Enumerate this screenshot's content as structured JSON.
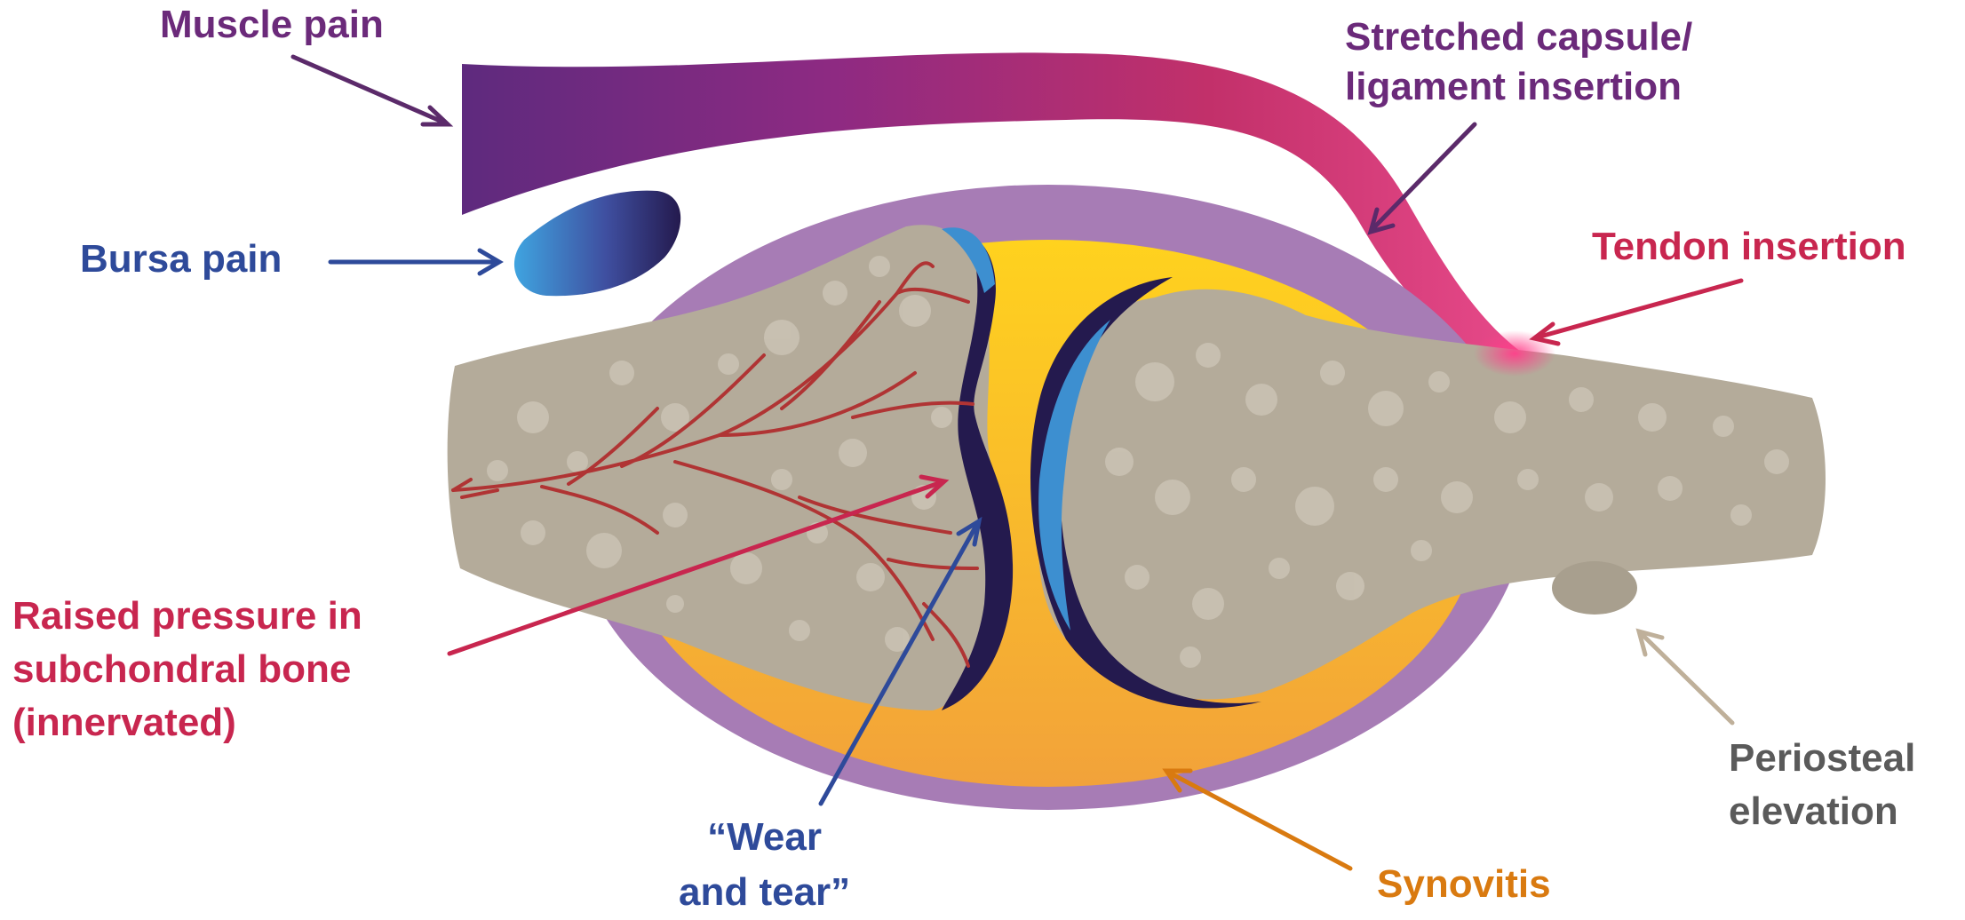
{
  "labels": {
    "muscle_pain": "Muscle pain",
    "stretched_capsule": [
      "Stretched capsule/",
      "ligament insertion"
    ],
    "bursa_pain": "Bursa pain",
    "tendon_insertion": "Tendon insertion",
    "raised_pressure": [
      "Raised pressure in",
      "subchondral bone",
      "(innervated)"
    ],
    "wear_and_tear": [
      "“Wear",
      "and tear”"
    ],
    "synovitis": "Synovitis",
    "periosteal_elevation": [
      "Periosteal",
      "elevation"
    ]
  },
  "colors": {
    "purple": "#6b2a7a",
    "blue": "#2e4a9a",
    "red": "#c8264f",
    "orange": "#d97a10",
    "gray": "#5a5a5a",
    "bone": "#b4ab9a",
    "capsule": "#a77cb5",
    "synovial_fluid": "#f6b51d",
    "cartilage_blue": "#3d8fd0",
    "vessel_red": "#b03434"
  }
}
